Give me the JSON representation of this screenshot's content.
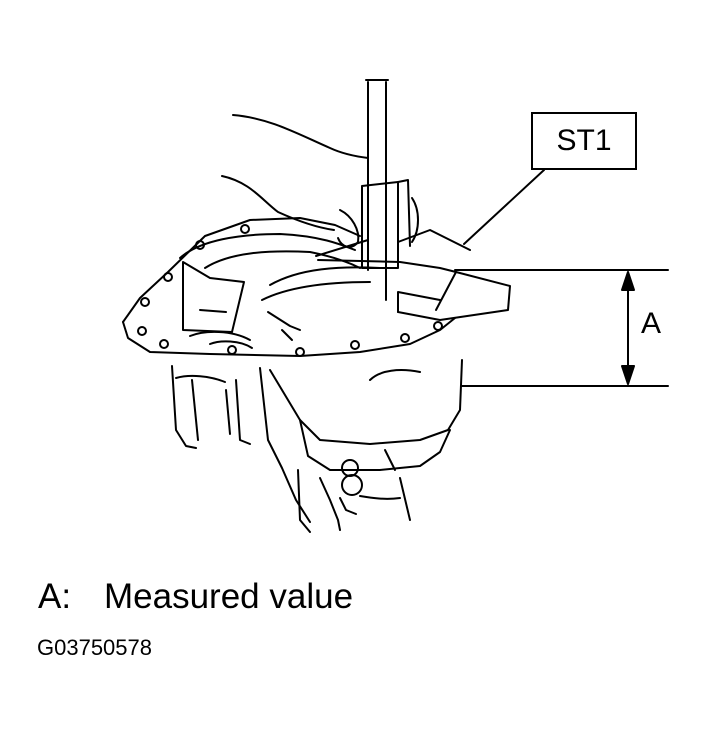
{
  "callout": {
    "label": "ST1"
  },
  "dimension": {
    "label": "A"
  },
  "legend": {
    "key": "A:",
    "text": "Measured value"
  },
  "figure_id": "G03750578",
  "colors": {
    "ink": "#000000",
    "background": "#ffffff"
  },
  "icons": [
    "transmission-housing-drawing",
    "measuring-tool",
    "dimension-arrow"
  ]
}
